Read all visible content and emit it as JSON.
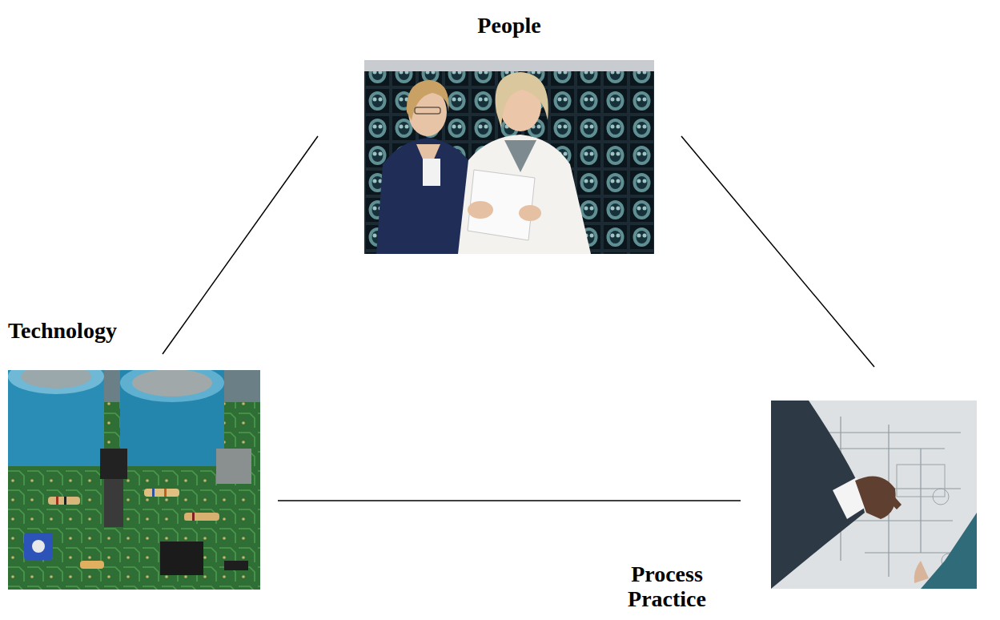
{
  "diagram": {
    "nodes": [
      {
        "text": [
          "People"
        ]
      },
      {
        "text": [
          "Technology"
        ]
      },
      {
        "text": [
          "Process Practice"
        ]
      }
    ],
    "edges": [
      {
        "from": 0,
        "to": 1,
        "arrow": "none"
      },
      {
        "from": 0,
        "to": 2,
        "arrow": "none"
      },
      {
        "from": 1,
        "to": 2,
        "arrow": "none"
      }
    ]
  }
}
